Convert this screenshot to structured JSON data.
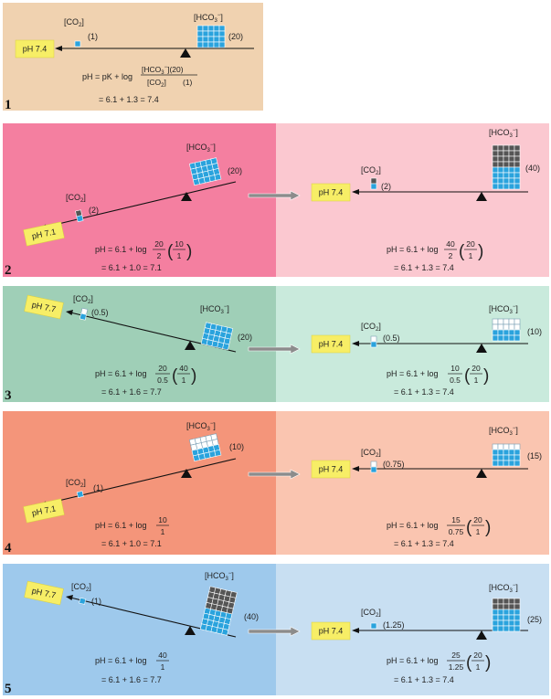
{
  "colors": {
    "panel1": "#f0d2b0",
    "panel2_left": "#f47fa0",
    "panel2_right": "#fbc8d0",
    "panel3_left": "#9fcfb7",
    "panel3_right": "#c9eadc",
    "panel4_left": "#f4957a",
    "panel4_right": "#fac5b0",
    "panel5_left": "#9ec9ec",
    "panel5_right": "#c8dff2",
    "ph_tag": "#f7ee66",
    "bicarb_block": "#2aa3dd",
    "gray_block": "#555555",
    "white_block": "#ffffff",
    "arrow": "#8c8c8c"
  },
  "labels": {
    "co2": "[CO",
    "co2_sub": "2",
    "co2_close": "]",
    "hco3": "[HCO",
    "hco3_sub": "3",
    "hco3_sup": "−",
    "hco3_close": "]",
    "ph_word": "pH = ",
    "log_text": "+ log"
  },
  "panels": [
    {
      "number": "1",
      "ph_label": "pH 7.4",
      "co2_value": "(1)",
      "hco3_value": "(20)",
      "formula_line1_prefix": "pH = pK + log",
      "formula_num": "[HCO",
      "formula_num_sub": "3",
      "formula_num_sup": "−",
      "formula_num_tail": "](20)",
      "formula_den": "[CO",
      "formula_den_sub": "2",
      "formula_den_tail": "]",
      "formula_den_value": "(1)",
      "formula_line2": "= 6.1 + 1.3 = 7.4"
    },
    {
      "number": "2",
      "left": {
        "ph_label": "pH 7.1",
        "co2_value": "(2)",
        "hco3_value": "(20)",
        "f_prefix": "pH = 6.1 + log",
        "f_num": "20",
        "f_den": "2",
        "f_pnum": "10",
        "f_pden": "1",
        "line2": "= 6.1 + 1.0 = 7.1"
      },
      "right": {
        "ph_label": "pH 7.4",
        "co2_value": "(2)",
        "hco3_value": "(40)",
        "f_prefix": "pH = 6.1 + log",
        "f_num": "40",
        "f_den": "2",
        "f_pnum": "20",
        "f_pden": "1",
        "line2": "= 6.1 + 1.3 = 7.4"
      }
    },
    {
      "number": "3",
      "left": {
        "ph_label": "pH 7.7",
        "co2_value": "(0.5)",
        "hco3_value": "(20)",
        "f_prefix": "pH = 6.1 + log",
        "f_num": "20",
        "f_den": "0.5",
        "f_pnum": "40",
        "f_pden": "1",
        "line2": "= 6.1 + 1.6 = 7.7"
      },
      "right": {
        "ph_label": "pH 7.4",
        "co2_value": "(0.5)",
        "hco3_value": "(10)",
        "f_prefix": "pH = 6.1 + log",
        "f_num": "10",
        "f_den": "0.5",
        "f_pnum": "20",
        "f_pden": "1",
        "line2": "= 6.1 + 1.3 = 7.4"
      }
    },
    {
      "number": "4",
      "left": {
        "ph_label": "pH 7.1",
        "co2_value": "(1)",
        "hco3_value": "(10)",
        "f_prefix": "pH = 6.1 + log",
        "f_num": "10",
        "f_den": "1",
        "line2": "= 6.1 + 1.0 = 7.1"
      },
      "right": {
        "ph_label": "pH 7.4",
        "co2_value": "(0.75)",
        "hco3_value": "(15)",
        "f_prefix": "pH = 6.1 + log",
        "f_num": "15",
        "f_den": "0.75",
        "f_pnum": "20",
        "f_pden": "1",
        "line2": "= 6.1 + 1.3 = 7.4"
      }
    },
    {
      "number": "5",
      "left": {
        "ph_label": "pH 7.7",
        "co2_value": "(1)",
        "hco3_value": "(40)",
        "f_prefix": "pH = 6.1 + log",
        "f_num": "40",
        "f_den": "1",
        "line2": "= 6.1 + 1.6 = 7.7"
      },
      "right": {
        "ph_label": "pH 7.4",
        "co2_value": "(1.25)",
        "hco3_value": "(25)",
        "f_prefix": "pH = 6.1 + log",
        "f_num": "25",
        "f_den": "1.25",
        "f_pnum": "20",
        "f_pden": "1",
        "line2": "= 6.1 + 1.3 = 7.4"
      }
    }
  ]
}
